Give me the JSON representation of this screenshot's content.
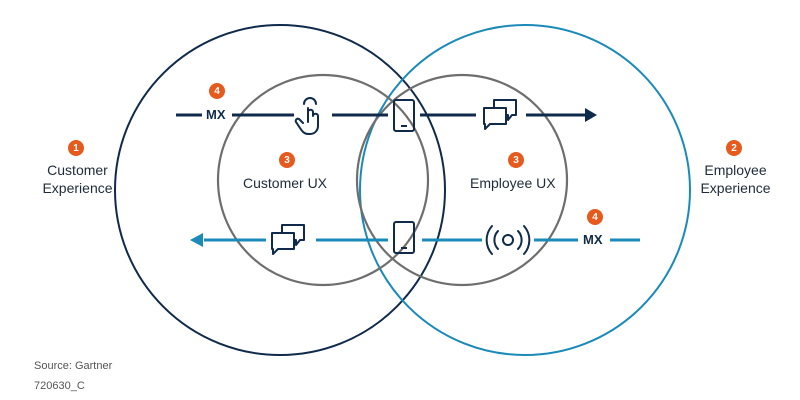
{
  "labels": {
    "customer_experience": "Customer Experience",
    "employee_experience": "Employee Experience",
    "customer_ux": "Customer UX",
    "employee_ux": "Employee UX",
    "mx_top": "MX",
    "mx_bottom": "MX"
  },
  "badges": {
    "customer_experience": "1",
    "employee_experience": "2",
    "customer_ux": "3",
    "employee_ux": "3",
    "mx_top": "4",
    "mx_bottom": "4"
  },
  "footer": {
    "source": "Source: Gartner",
    "id": "720630_C"
  },
  "colors": {
    "navy": "#0f2a4a",
    "teal": "#1a8ab8",
    "gray": "#6e6e6e",
    "orange": "#e65a1e"
  },
  "icons": [
    "tap-hand-icon",
    "mobile-phone-icon",
    "chat-bubbles-icon",
    "broadcast-signal-icon"
  ]
}
